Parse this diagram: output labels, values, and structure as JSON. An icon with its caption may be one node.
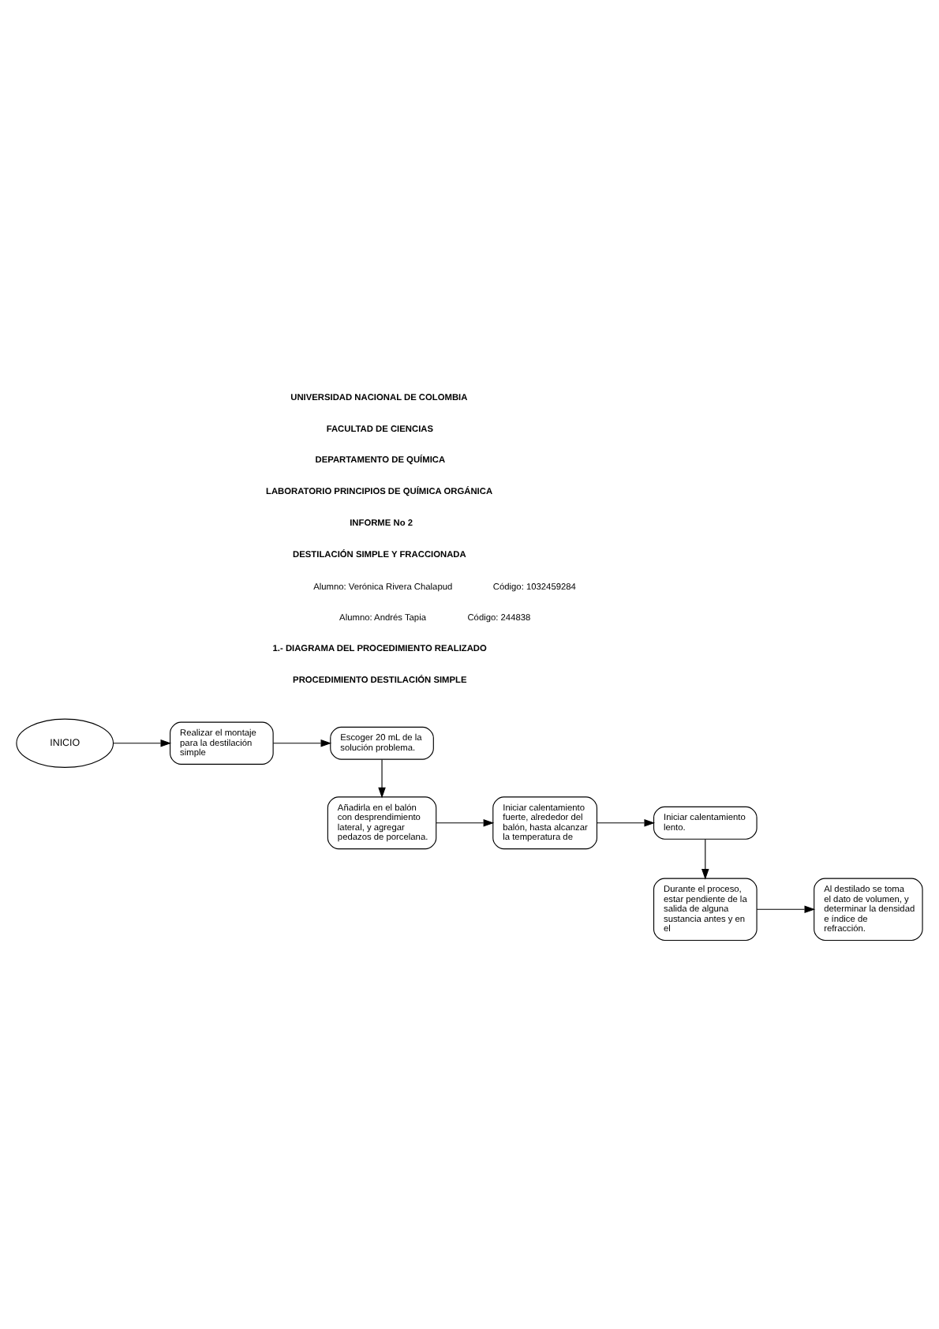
{
  "diagram": {
    "nodes": [
      {
        "text": [
          "INICIO"
        ]
      },
      {
        "text": [
          "Realizar el montaje para la destilación simple"
        ]
      },
      {
        "text": [
          "Escoger 20 mL de la solución problema."
        ]
      },
      {
        "text": [
          "Añadirla en el balón con desprendimiento lateral, y agregar pedazos de porcelana."
        ]
      },
      {
        "text": [
          "Iniciar calentamiento fuerte, alrededor del balón, hasta alcanzar la temperatura de"
        ]
      },
      {
        "text": [
          "Iniciar calentamiento lento."
        ]
      },
      {
        "text": [
          "Durante el proceso, estar pendiente de la salida de alguna sustancia antes y en el"
        ]
      },
      {
        "text": [
          "Al destilado se toma el dato de volumen, y determinar la densidad e índice de refracción."
        ]
      }
    ],
    "edges": [
      {
        "from": 0,
        "to": 1,
        "arrow": "to"
      },
      {
        "from": 1,
        "to": 2,
        "arrow": "to"
      },
      {
        "from": 2,
        "to": 3,
        "arrow": "to"
      },
      {
        "from": 3,
        "to": 4,
        "arrow": "to"
      },
      {
        "from": 4,
        "to": 5,
        "arrow": "to"
      },
      {
        "from": 5,
        "to": 6,
        "arrow": "to"
      },
      {
        "from": 6,
        "to": 7,
        "arrow": "to"
      }
    ],
    "labels": [
      "UNIVERSIDAD NACIONAL DE COLOMBIA",
      "FACULTAD DE CIENCIAS",
      "DEPARTAMENTO DE QUÍMICA",
      "LABORATORIO PRINCIPIOS DE QUÍMICA ORGÁNICA",
      "INFORME No 2",
      "DESTILACIÓN SIMPLE Y FRACCIONADA",
      "Alumno: Verónica Rivera Chalapud",
      "Código: 1032459284",
      "Alumno: Andrés Tapia",
      "Código: 244838",
      "1.- DIAGRAMA DEL PROCEDIMIENTO REALIZADO",
      "PROCEDIMIENTO DESTILACIÓN SIMPLE"
    ]
  }
}
